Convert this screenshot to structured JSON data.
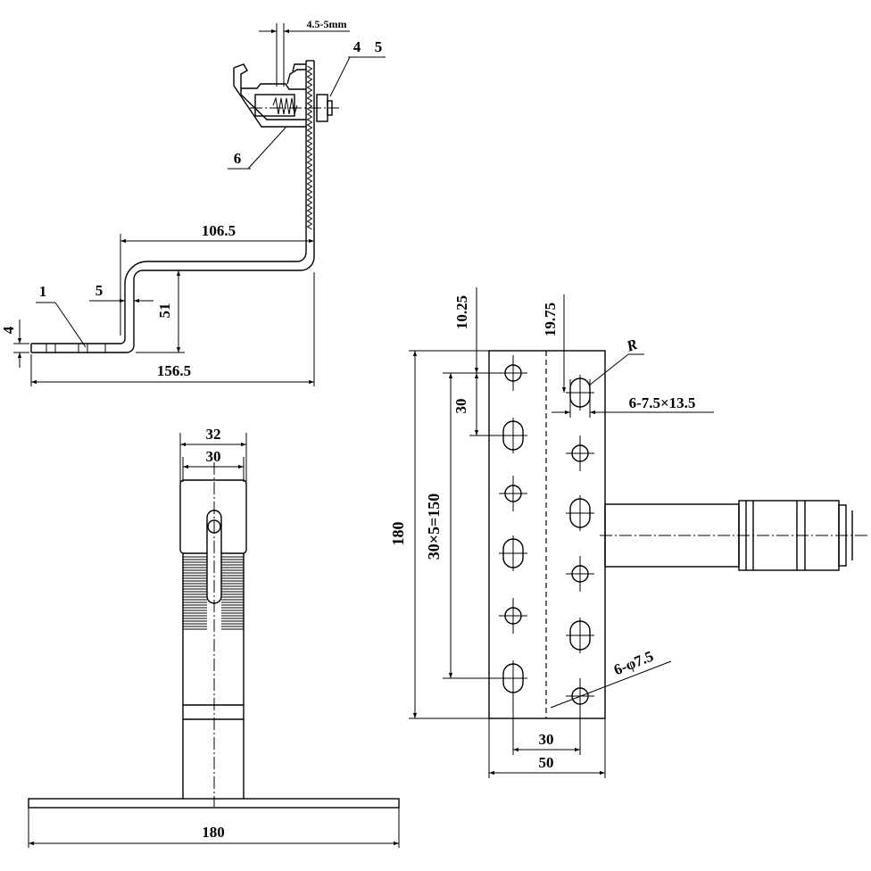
{
  "drawing": {
    "side_view": {
      "gap_dimension": "4.5-5mm",
      "balloon_4": "4",
      "balloon_5": "5",
      "balloon_6": "6",
      "horizontal_reach": "106.5",
      "thickness": "5",
      "height": "51",
      "balloon_1": "1",
      "base_thickness": "4",
      "overall_length": "156.5"
    },
    "front_view": {
      "outer_width": "32",
      "inner_width": "30",
      "base_length": "180"
    },
    "top_view": {
      "edge_to_first_hole": "10.25",
      "edge_to_first_slot": "19.75",
      "radius_label": "R",
      "slot_spec": "6-7.5×13.5",
      "hole_pitch": "30",
      "total_pitch": "30×5=150",
      "plate_length": "180",
      "hole_spec": "6-φ7.5",
      "column_spacing": "30",
      "plate_width": "50"
    }
  }
}
